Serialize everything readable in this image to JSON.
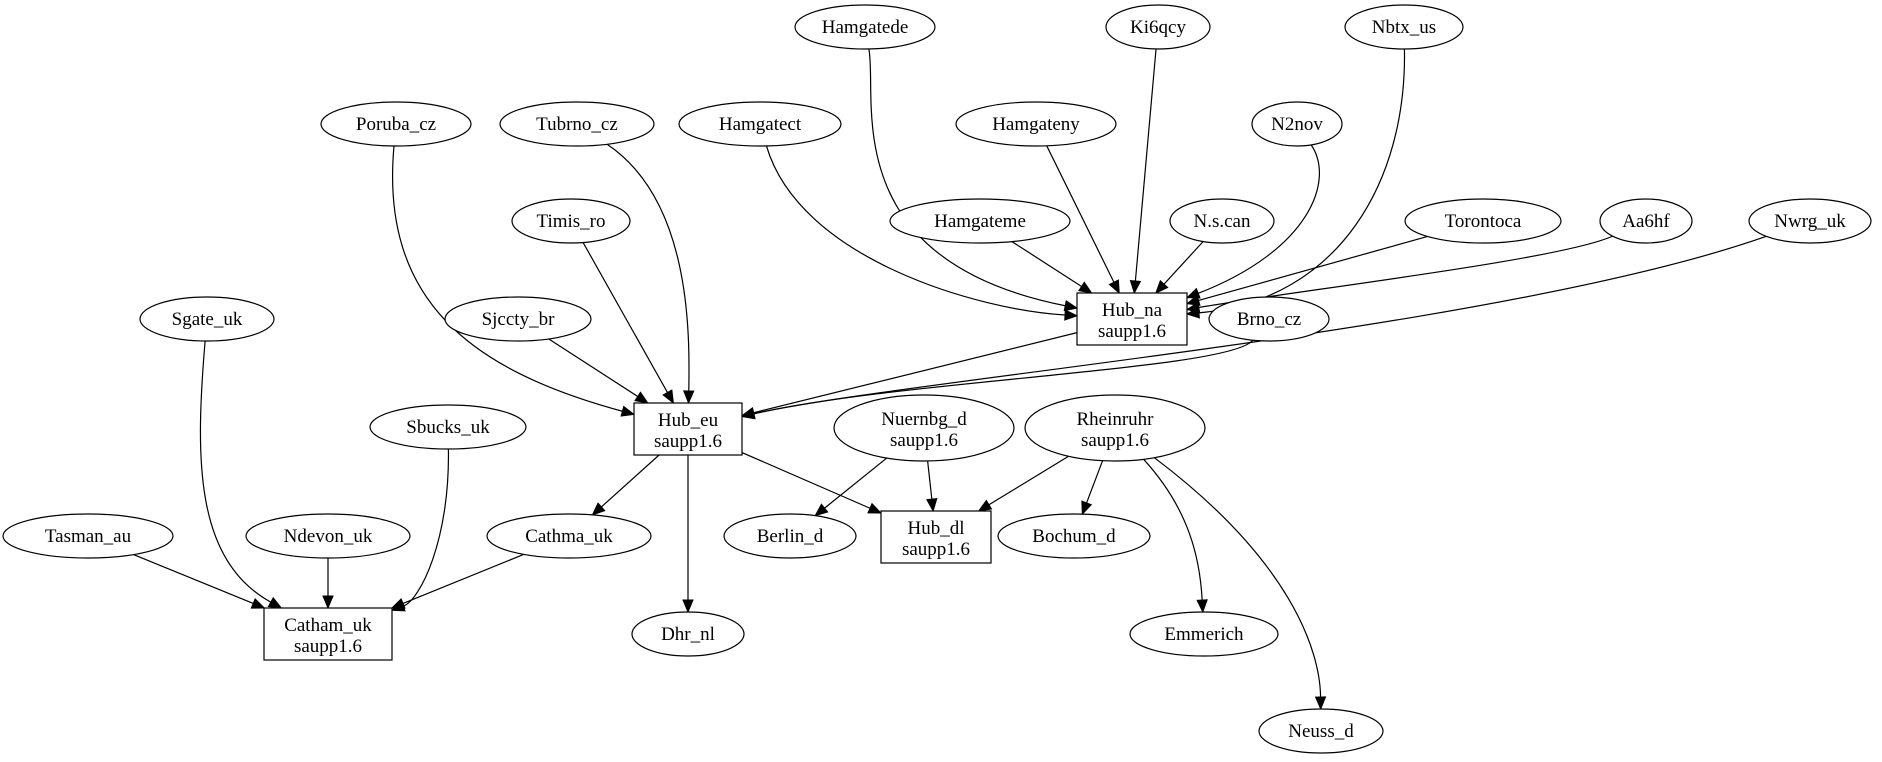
{
  "nodes": [
    {
      "id": "hamgatede",
      "label": "Hamgatede",
      "shape": "ellipse"
    },
    {
      "id": "ki6qcy",
      "label": "Ki6qcy",
      "shape": "ellipse"
    },
    {
      "id": "nbtx_us",
      "label": "Nbtx_us",
      "shape": "ellipse"
    },
    {
      "id": "poruba_cz",
      "label": "Poruba_cz",
      "shape": "ellipse"
    },
    {
      "id": "tubrno_cz",
      "label": "Tubrno_cz",
      "shape": "ellipse"
    },
    {
      "id": "hamgatect",
      "label": "Hamgatect",
      "shape": "ellipse"
    },
    {
      "id": "hamgateny",
      "label": "Hamgateny",
      "shape": "ellipse"
    },
    {
      "id": "n2nov",
      "label": "N2nov",
      "shape": "ellipse"
    },
    {
      "id": "timis_ro",
      "label": "Timis_ro",
      "shape": "ellipse"
    },
    {
      "id": "hamgateme",
      "label": "Hamgateme",
      "shape": "ellipse"
    },
    {
      "id": "nscan",
      "label": "N.s.can",
      "shape": "ellipse"
    },
    {
      "id": "torontoca",
      "label": "Torontoca",
      "shape": "ellipse"
    },
    {
      "id": "aa6hf",
      "label": "Aa6hf",
      "shape": "ellipse"
    },
    {
      "id": "nwrg_uk",
      "label": "Nwrg_uk",
      "shape": "ellipse"
    },
    {
      "id": "sgate_uk",
      "label": "Sgate_uk",
      "shape": "ellipse"
    },
    {
      "id": "sjccty_br",
      "label": "Sjccty_br",
      "shape": "ellipse"
    },
    {
      "id": "hub_na",
      "label": "Hub_na",
      "sublabel": "saupp1.6",
      "shape": "box"
    },
    {
      "id": "brno_cz",
      "label": "Brno_cz",
      "shape": "ellipse"
    },
    {
      "id": "sbucks_uk",
      "label": "Sbucks_uk",
      "shape": "ellipse"
    },
    {
      "id": "hub_eu",
      "label": "Hub_eu",
      "sublabel": "saupp1.6",
      "shape": "box"
    },
    {
      "id": "nuernbg_d",
      "label": "Nuernbg_d",
      "sublabel": "saupp1.6",
      "shape": "ellipse"
    },
    {
      "id": "rheinruhr",
      "label": "Rheinruhr",
      "sublabel": "saupp1.6",
      "shape": "ellipse"
    },
    {
      "id": "tasman_au",
      "label": "Tasman_au",
      "shape": "ellipse"
    },
    {
      "id": "ndevon_uk",
      "label": "Ndevon_uk",
      "shape": "ellipse"
    },
    {
      "id": "cathma_uk",
      "label": "Cathma_uk",
      "shape": "ellipse"
    },
    {
      "id": "berlin_d",
      "label": "Berlin_d",
      "shape": "ellipse"
    },
    {
      "id": "hub_dl",
      "label": "Hub_dl",
      "sublabel": "saupp1.6",
      "shape": "box"
    },
    {
      "id": "bochum_d",
      "label": "Bochum_d",
      "shape": "ellipse"
    },
    {
      "id": "catham_uk",
      "label": "Catham_uk",
      "sublabel": "saupp1.6",
      "shape": "box"
    },
    {
      "id": "dhr_nl",
      "label": "Dhr_nl",
      "shape": "ellipse"
    },
    {
      "id": "emmerich",
      "label": "Emmerich",
      "shape": "ellipse"
    },
    {
      "id": "neuss_d",
      "label": "Neuss_d",
      "shape": "ellipse"
    }
  ],
  "edges": [
    {
      "from": "hamgatede",
      "to": "hub_na"
    },
    {
      "from": "ki6qcy",
      "to": "hub_na"
    },
    {
      "from": "nbtx_us",
      "to": "hub_na"
    },
    {
      "from": "hamgatect",
      "to": "hub_na"
    },
    {
      "from": "hamgateny",
      "to": "hub_na"
    },
    {
      "from": "n2nov",
      "to": "hub_na"
    },
    {
      "from": "hamgateme",
      "to": "hub_na"
    },
    {
      "from": "nscan",
      "to": "hub_na"
    },
    {
      "from": "torontoca",
      "to": "hub_na"
    },
    {
      "from": "aa6hf",
      "to": "hub_na"
    },
    {
      "from": "poruba_cz",
      "to": "hub_eu"
    },
    {
      "from": "tubrno_cz",
      "to": "hub_eu"
    },
    {
      "from": "timis_ro",
      "to": "hub_eu"
    },
    {
      "from": "sjccty_br",
      "to": "hub_eu"
    },
    {
      "from": "hub_na",
      "to": "hub_eu"
    },
    {
      "from": "brno_cz",
      "to": "hub_eu"
    },
    {
      "from": "nwrg_uk",
      "to": "hub_eu"
    },
    {
      "from": "hub_eu",
      "to": "cathma_uk"
    },
    {
      "from": "hub_eu",
      "to": "dhr_nl"
    },
    {
      "from": "hub_eu",
      "to": "hub_dl"
    },
    {
      "from": "nuernbg_d",
      "to": "berlin_d"
    },
    {
      "from": "nuernbg_d",
      "to": "hub_dl"
    },
    {
      "from": "rheinruhr",
      "to": "hub_dl"
    },
    {
      "from": "rheinruhr",
      "to": "bochum_d"
    },
    {
      "from": "rheinruhr",
      "to": "emmerich"
    },
    {
      "from": "rheinruhr",
      "to": "neuss_d"
    },
    {
      "from": "sgate_uk",
      "to": "catham_uk"
    },
    {
      "from": "sbucks_uk",
      "to": "catham_uk"
    },
    {
      "from": "tasman_au",
      "to": "catham_uk"
    },
    {
      "from": "ndevon_uk",
      "to": "catham_uk"
    },
    {
      "from": "cathma_uk",
      "to": "catham_uk"
    }
  ]
}
